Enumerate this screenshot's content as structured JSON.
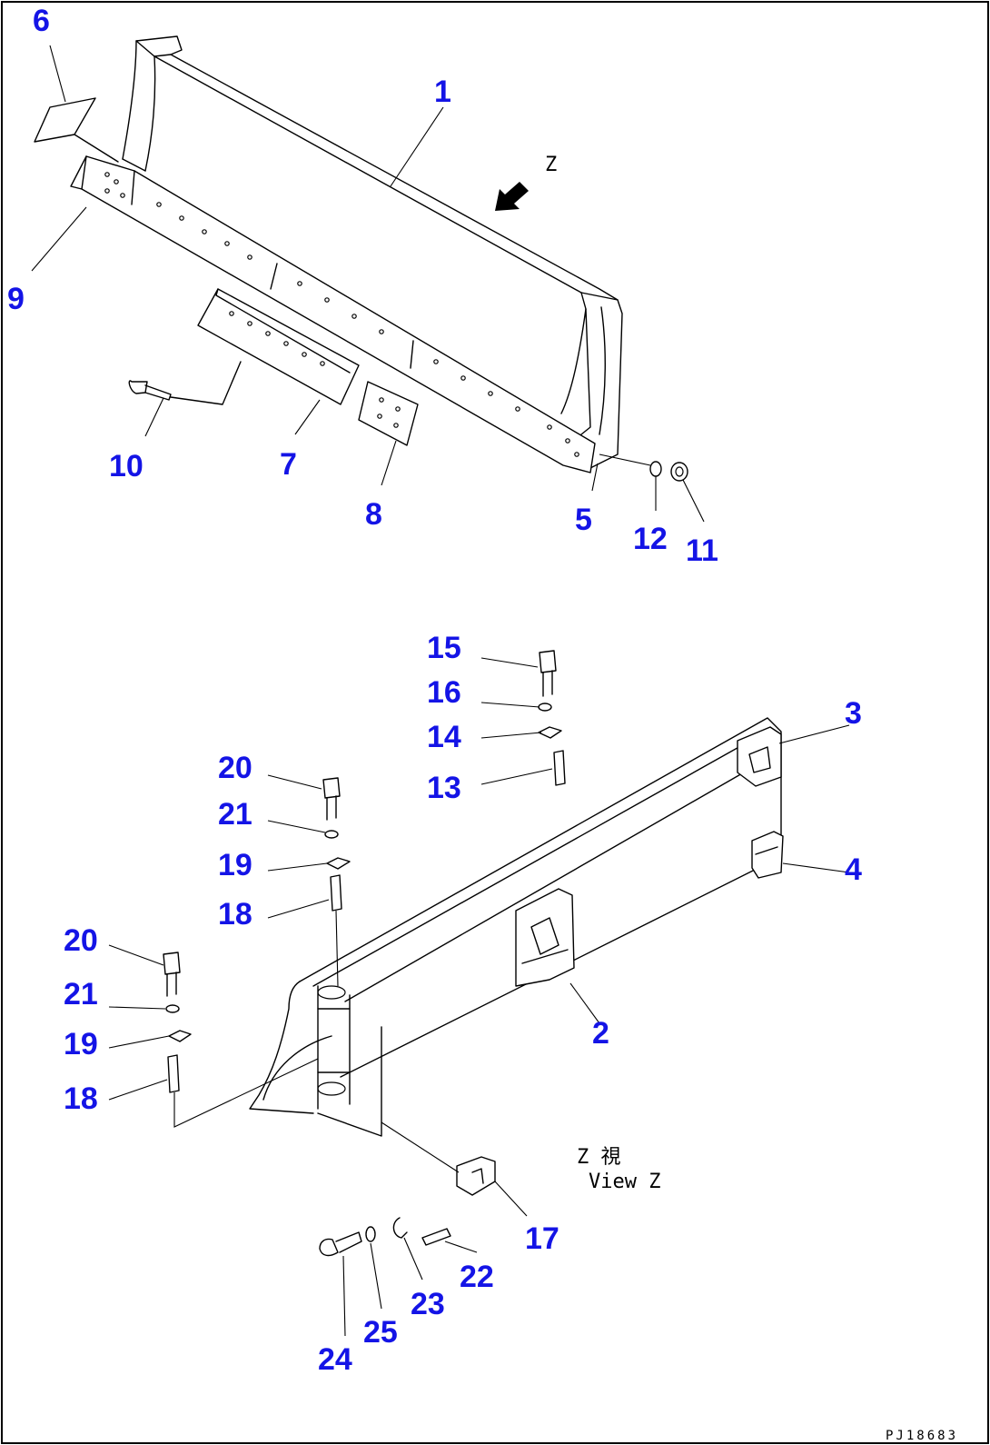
{
  "callouts": [
    {
      "id": "1",
      "label": "1"
    },
    {
      "id": "2",
      "label": "2"
    },
    {
      "id": "3",
      "label": "3"
    },
    {
      "id": "4",
      "label": "4"
    },
    {
      "id": "5",
      "label": "5"
    },
    {
      "id": "6",
      "label": "6"
    },
    {
      "id": "7",
      "label": "7"
    },
    {
      "id": "8",
      "label": "8"
    },
    {
      "id": "9",
      "label": "9"
    },
    {
      "id": "10",
      "label": "10"
    },
    {
      "id": "11",
      "label": "11"
    },
    {
      "id": "12",
      "label": "12"
    },
    {
      "id": "13",
      "label": "13"
    },
    {
      "id": "14",
      "label": "14"
    },
    {
      "id": "15",
      "label": "15"
    },
    {
      "id": "16",
      "label": "16"
    },
    {
      "id": "17",
      "label": "17"
    },
    {
      "id": "18a",
      "label": "18"
    },
    {
      "id": "18b",
      "label": "18"
    },
    {
      "id": "19a",
      "label": "19"
    },
    {
      "id": "19b",
      "label": "19"
    },
    {
      "id": "20a",
      "label": "20"
    },
    {
      "id": "20b",
      "label": "20"
    },
    {
      "id": "21a",
      "label": "21"
    },
    {
      "id": "21b",
      "label": "21"
    },
    {
      "id": "22",
      "label": "22"
    },
    {
      "id": "23",
      "label": "23"
    },
    {
      "id": "24",
      "label": "24"
    },
    {
      "id": "25",
      "label": "25"
    }
  ],
  "view_letter": "Z",
  "view_note_jp": "Z 視",
  "view_note": "View Z",
  "drawing_code": "PJ18683",
  "colors": {
    "callout": "#1414e6",
    "line": "#000000",
    "background": "#ffffff"
  }
}
